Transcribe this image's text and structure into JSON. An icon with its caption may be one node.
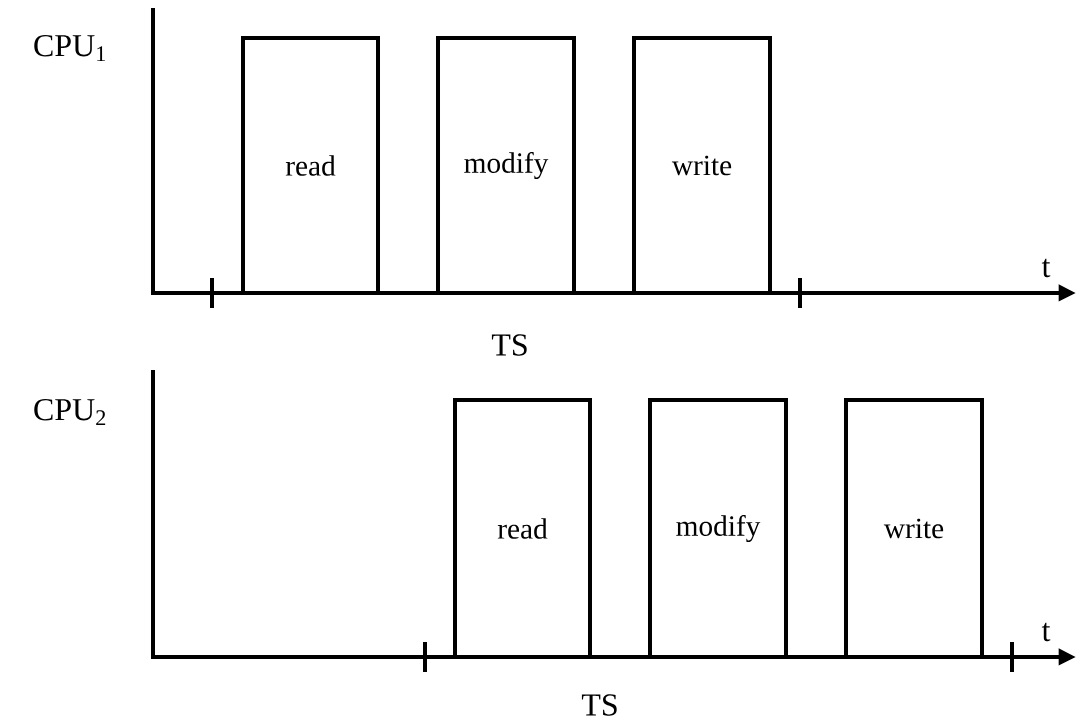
{
  "diagram": {
    "nodes": [
      {
        "text": [
          "read"
        ]
      },
      {
        "text": [
          "modify"
        ]
      },
      {
        "text": [
          "write"
        ]
      },
      {
        "text": [
          "read"
        ]
      },
      {
        "text": [
          "modify"
        ]
      },
      {
        "text": [
          "write"
        ]
      }
    ],
    "labels": [
      "CPU$_{1}$",
      "t",
      "TS",
      "CPU$_{2}$",
      "t",
      "TS"
    ]
  }
}
